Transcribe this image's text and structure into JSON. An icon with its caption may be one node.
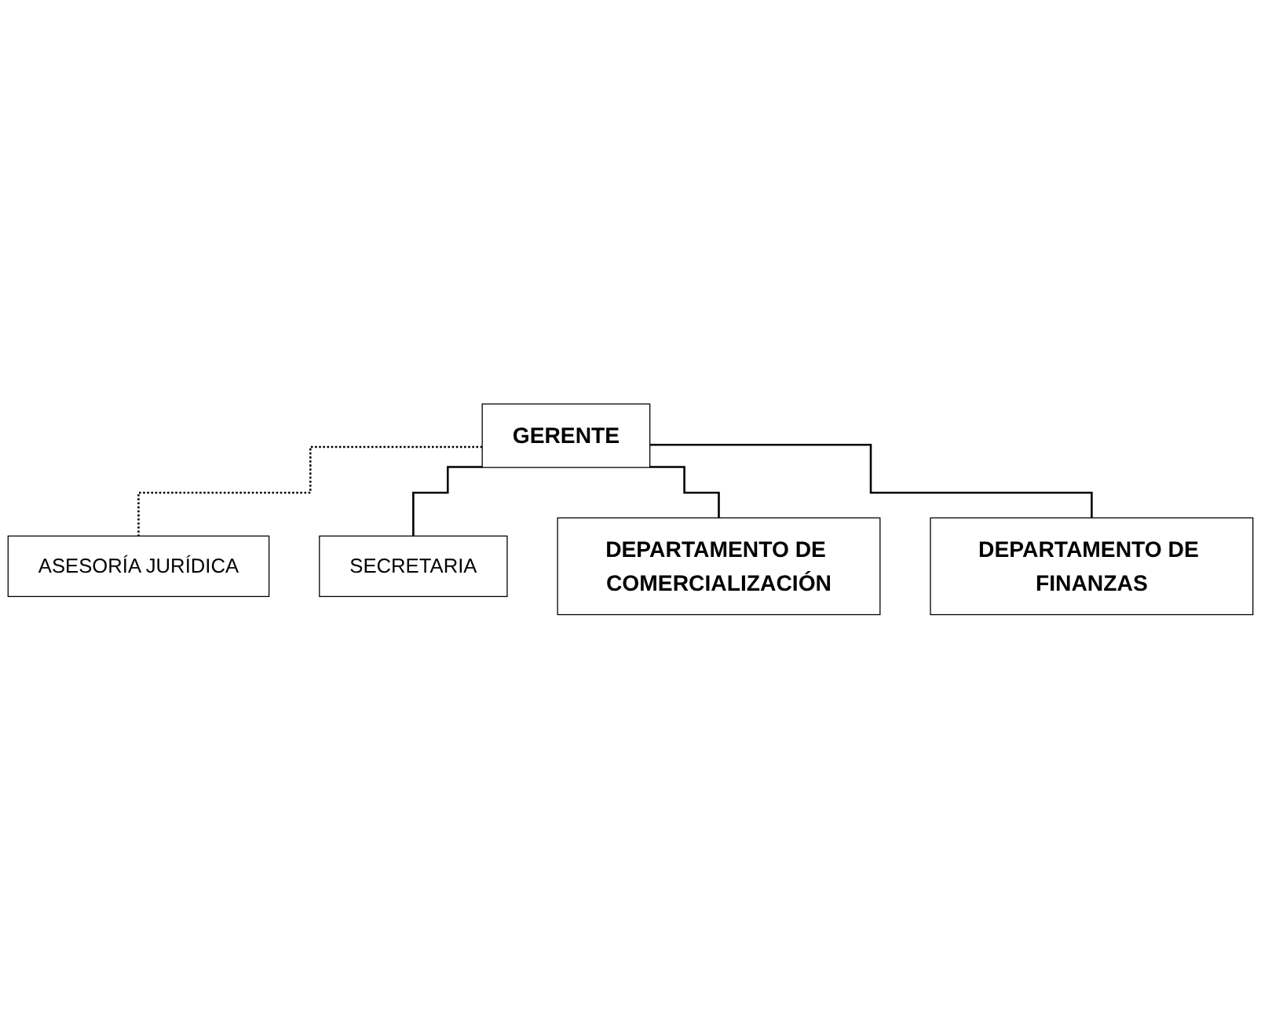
{
  "diagram": {
    "nodes": [
      {
        "text": [
          "GERENTE"
        ]
      },
      {
        "text": [
          "ASESORÍA JURÍDICA"
        ]
      },
      {
        "text": [
          "SECRETARIA"
        ]
      },
      {
        "text": [
          "DEPARTAMENTO DE COMERCIALIZACIÓN"
        ]
      },
      {
        "text": [
          "DEPARTAMENTO DE FINANZAS"
        ]
      }
    ],
    "edges": [
      {
        "from": 0,
        "to": 1,
        "arrow": "none",
        "style": "dashed"
      },
      {
        "from": 0,
        "to": 2,
        "arrow": "none"
      },
      {
        "from": 0,
        "to": 3,
        "arrow": "none"
      },
      {
        "from": 0,
        "to": 4,
        "arrow": "none"
      }
    ]
  }
}
